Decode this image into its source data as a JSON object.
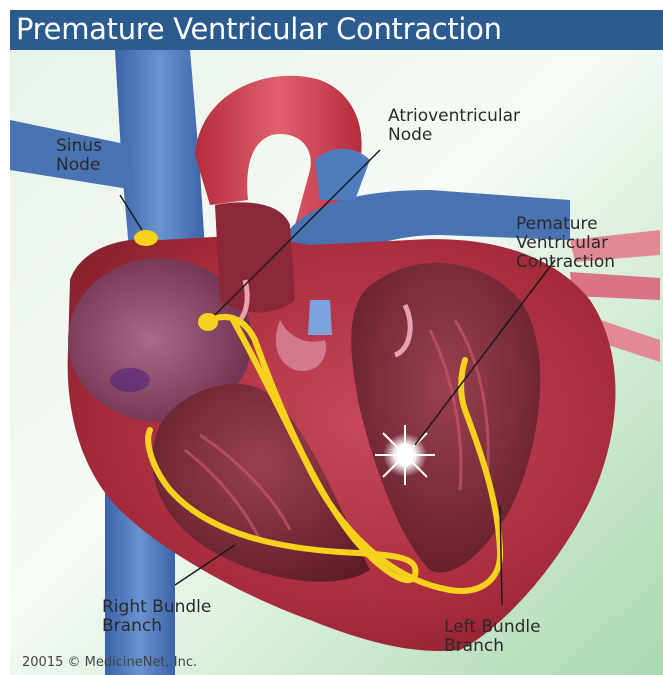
{
  "title": "Premature Ventricular Contraction",
  "labels": {
    "sinus_node": [
      "Sinus",
      "Node"
    ],
    "av_node": [
      "Atrioventricular",
      "Node"
    ],
    "pvc": [
      "Pemature",
      "Ventricular",
      "Contraction"
    ],
    "right_bundle": [
      "Right Bundle",
      "Branch"
    ],
    "left_bundle": [
      "Left Bundle",
      "Branch"
    ]
  },
  "copyright": "20015 © MedicineNet, Inc.",
  "colors": {
    "title_bar": "#2c5c8f",
    "conduction_path": "#f6d21f",
    "vessel_blue": "#4a73b4",
    "muscle_red": "#b32e3c",
    "chamber_interior": "#7c2a35",
    "background_green": "#bfe3c3"
  }
}
